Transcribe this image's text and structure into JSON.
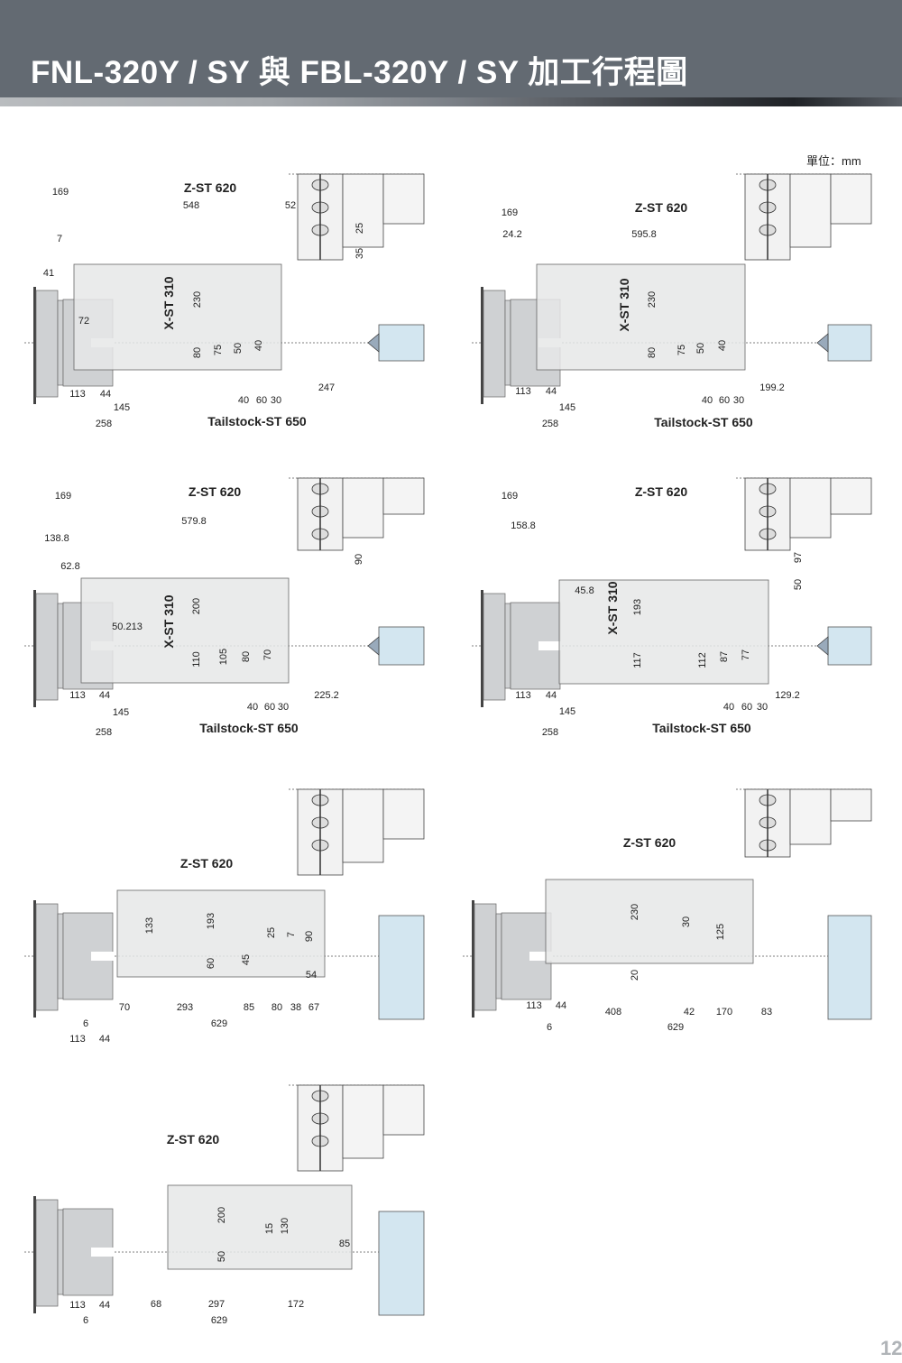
{
  "header": {
    "title": "FNL-320Y / SY 與 FBL-320Y / SY 加工行程圖"
  },
  "unit_label": "單位：mm",
  "page_number": "12",
  "colors": {
    "header_bg": "#636a72",
    "work_area": "#e6e7e8",
    "chuck": "#cfd1d3",
    "tailstock": "#d3e6f0"
  },
  "diagrams": [
    {
      "labels": [
        "169",
        "Z-ST 620",
        "548",
        "52",
        "7",
        "25",
        "35",
        "41",
        "X-ST 310",
        "230",
        "72",
        "80",
        "75",
        "50",
        "40",
        "247",
        "113",
        "44",
        "40",
        "60",
        "30",
        "145",
        "258",
        "Tailstock-ST 650"
      ]
    },
    {
      "labels": [
        "169",
        "Z-ST 620",
        "24.2",
        "595.8",
        "X-ST 310",
        "230",
        "80",
        "75",
        "50",
        "40",
        "113",
        "44",
        "199.2",
        "145",
        "40",
        "60",
        "30",
        "258",
        "Tailstock-ST 650"
      ]
    },
    {
      "labels": [
        "169",
        "Z-ST 620",
        "579.8",
        "138.8",
        "62.8",
        "90",
        "50.213",
        "X-ST 310",
        "200",
        "110",
        "105",
        "80",
        "70",
        "113",
        "44",
        "40",
        "60",
        "30",
        "145",
        "225.2",
        "258",
        "Tailstock-ST 650"
      ]
    },
    {
      "labels": [
        "169",
        "Z-ST 620",
        "158.8",
        "45.8",
        "97",
        "50",
        "X-ST 310",
        "193",
        "117",
        "112",
        "87",
        "77",
        "113",
        "44",
        "129.2",
        "145",
        "40",
        "60",
        "30",
        "258",
        "Tailstock-ST 650"
      ]
    },
    {
      "labels": [
        "Z-ST 620",
        "133",
        "193",
        "25",
        "7",
        "90",
        "60",
        "45",
        "54",
        "70",
        "293",
        "85",
        "80",
        "38",
        "67",
        "6",
        "629",
        "113",
        "44"
      ]
    },
    {
      "labels": [
        "Z-ST 620",
        "230",
        "30",
        "125",
        "20",
        "113",
        "44",
        "408",
        "42",
        "170",
        "83",
        "6",
        "629"
      ]
    },
    {
      "labels": [
        "Z-ST 620",
        "200",
        "15",
        "130",
        "85",
        "50",
        "113",
        "44",
        "68",
        "297",
        "172",
        "6",
        "629"
      ]
    }
  ]
}
